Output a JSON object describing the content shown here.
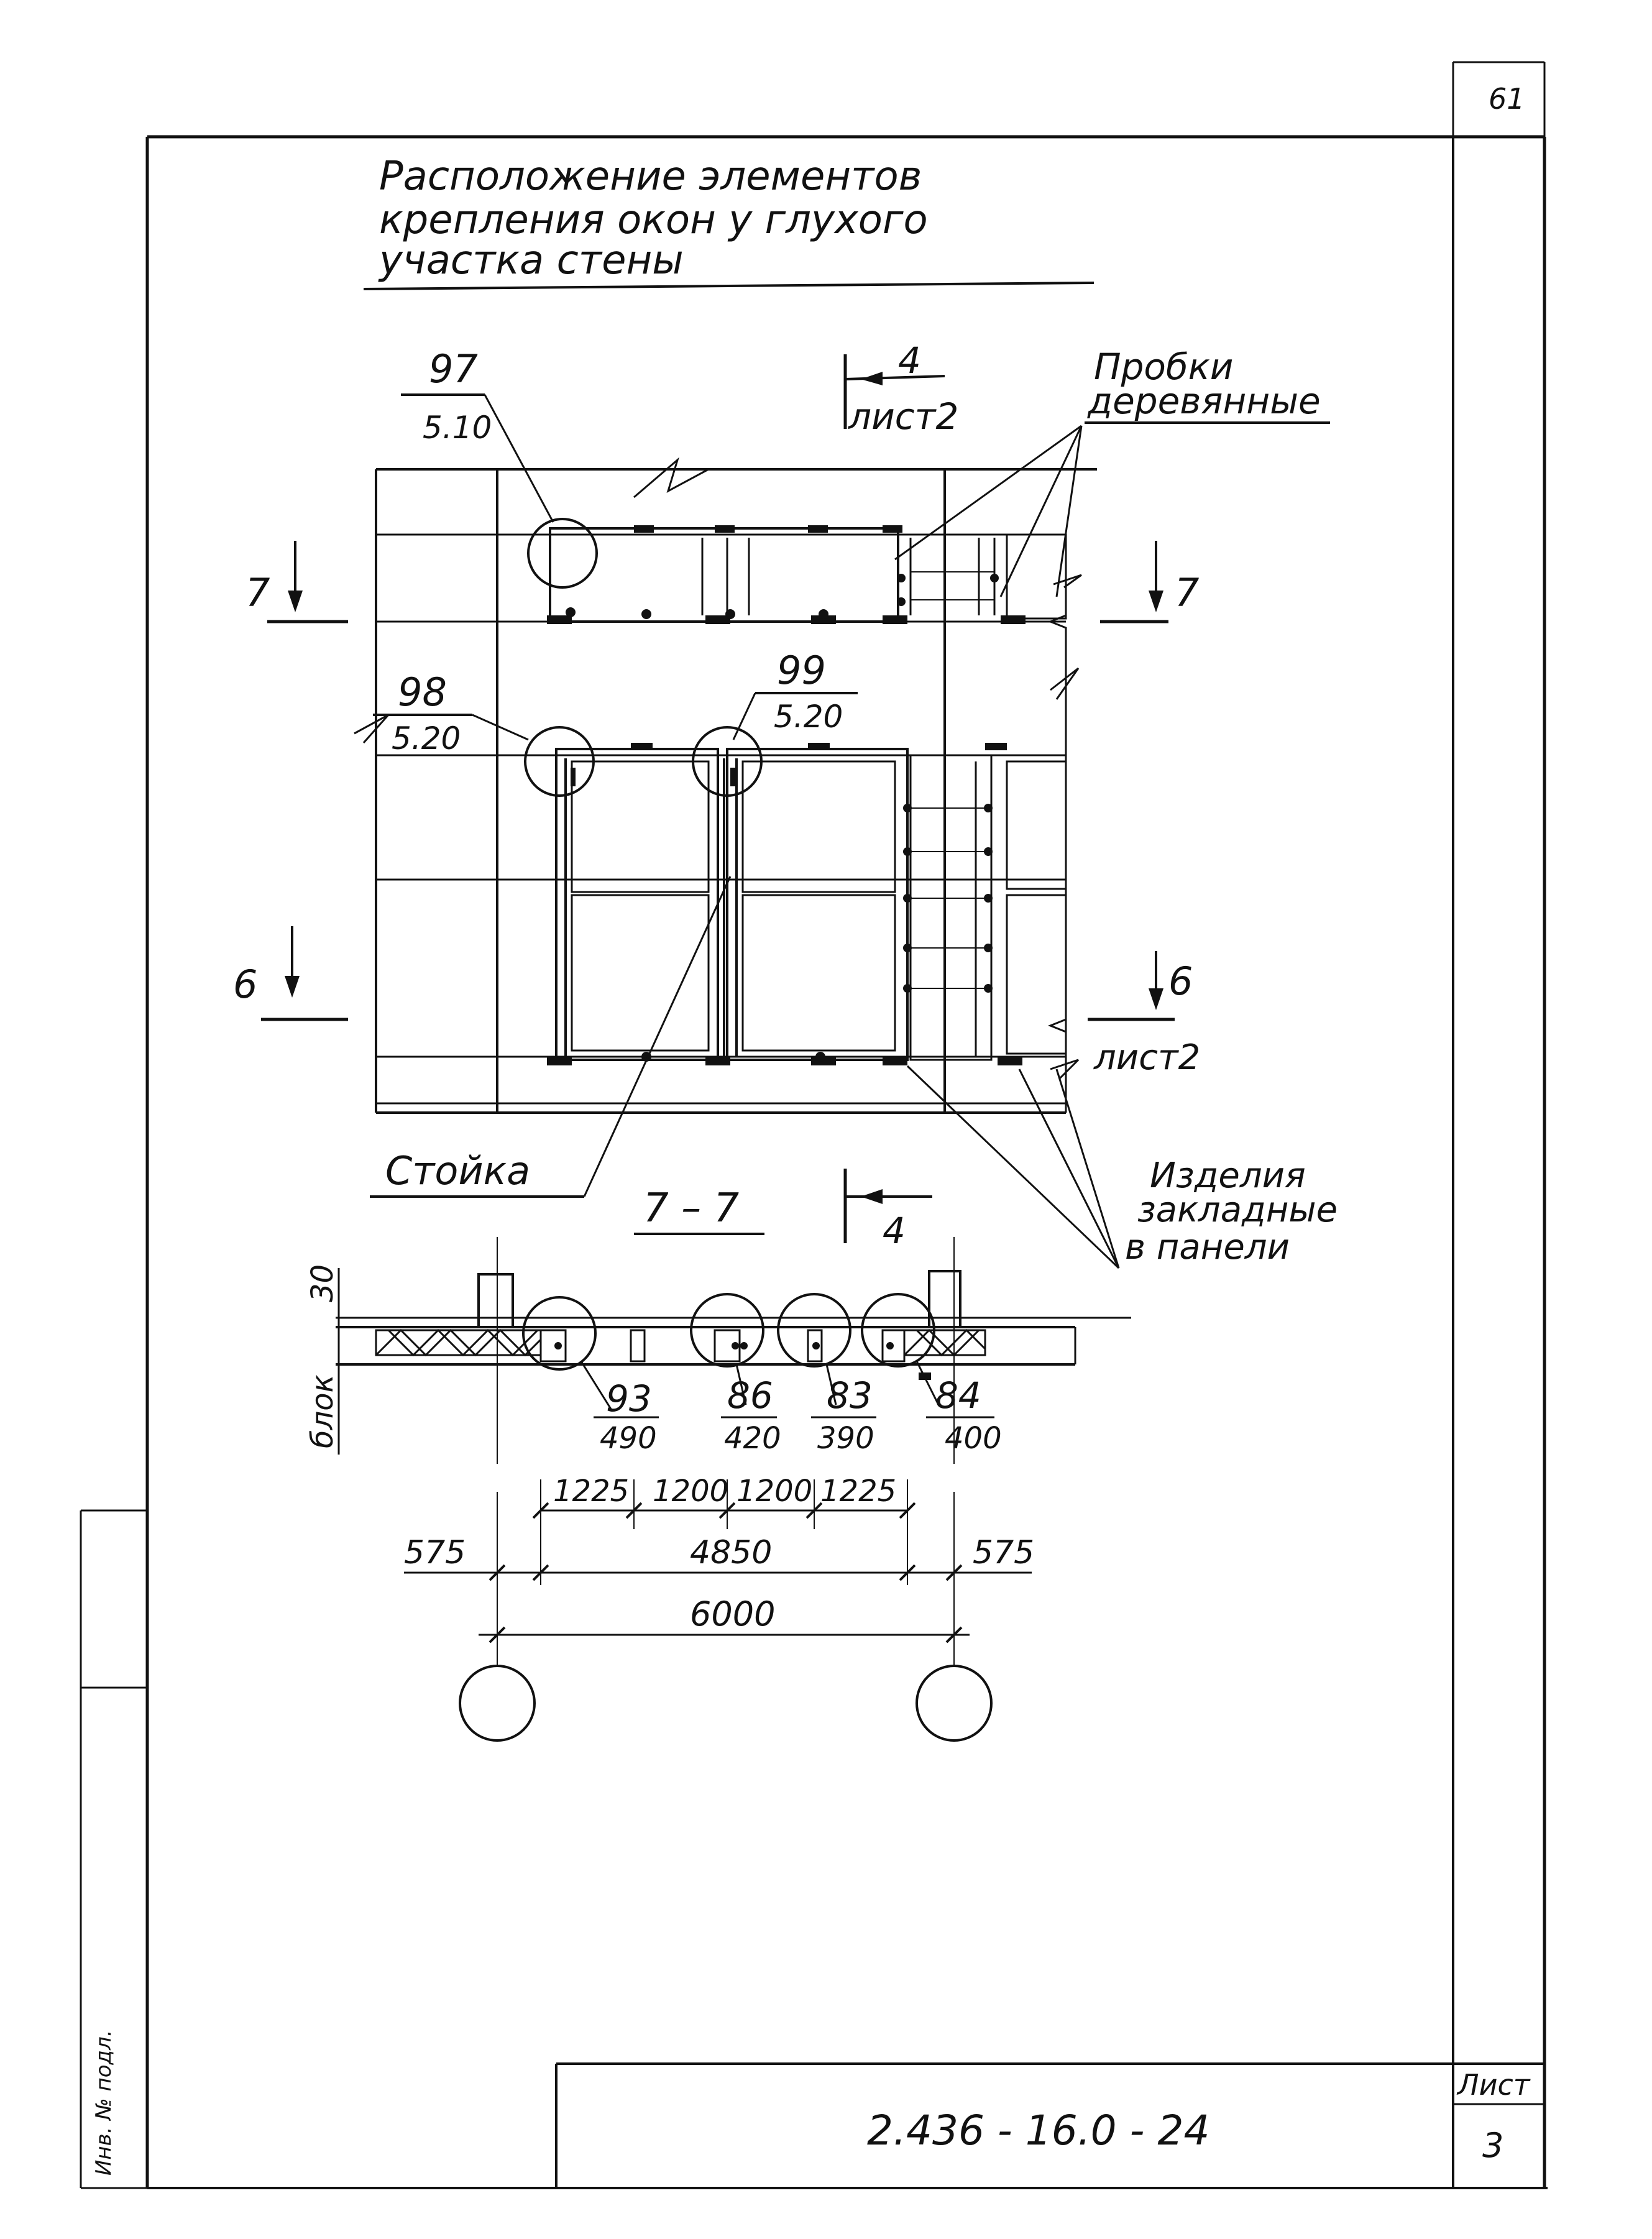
{
  "page": {
    "corner_mark": "61"
  },
  "title": {
    "line1": "Расположение элементов",
    "line2": "крепления окон у глухого",
    "line3": "участка стены"
  },
  "callouts": {
    "c97": {
      "num": "97",
      "sheet": "5.10"
    },
    "c98": {
      "num": "98",
      "sheet": "5.20"
    },
    "c99": {
      "num": "99",
      "sheet": "5.20"
    }
  },
  "section_refs": {
    "top_number": "4",
    "top_sheet": "лист2",
    "bottom_number": "4",
    "right_sheet": "лист2",
    "cut_7": "7",
    "cut_6": "6"
  },
  "labels": {
    "plugs_line1": "Пробки",
    "plugs_line2": "деревянные",
    "stand": "Стойка",
    "embedded_line1": "Изделия",
    "embedded_line2": "закладные",
    "embedded_line3": "в панели",
    "section_title": "7 – 7",
    "block_label": "блок",
    "thickness": "30"
  },
  "section_callouts": [
    {
      "num": "93",
      "sheet": "490"
    },
    {
      "num": "86",
      "sheet": "420"
    },
    {
      "num": "83",
      "sheet": "390"
    },
    {
      "num": "84",
      "sheet": "400"
    }
  ],
  "dimensions": {
    "d1": "1225",
    "d2": "1200",
    "d3": "1200",
    "d4": "1225",
    "left": "575",
    "middle": "4850",
    "right": "575",
    "total": "6000"
  },
  "title_block": {
    "doc_number": "2.436 - 16.0 - 24",
    "sheet_label": "Лист",
    "sheet_number": "3",
    "side_stamp": "Инв. № подл."
  }
}
